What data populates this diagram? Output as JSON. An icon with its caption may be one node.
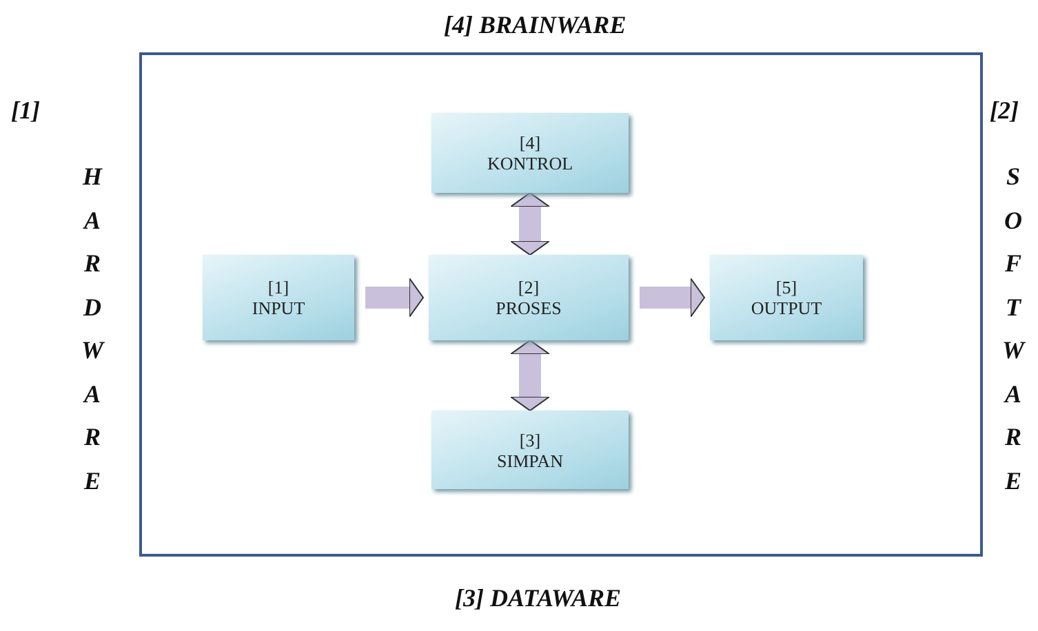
{
  "diagram": {
    "nodes": [
      {
        "text": [],
        "shape": "box"
      },
      {
        "text": [
          "[4]",
          "KONTROL"
        ],
        "in": 0
      },
      {
        "text": [
          "[1]",
          "INPUT"
        ],
        "in": 0
      },
      {
        "text": [
          "[2]",
          "PROSES"
        ],
        "in": 0
      },
      {
        "text": [
          "[5]",
          "OUTPUT"
        ],
        "in": 0
      },
      {
        "text": [
          "[3]",
          "SIMPAN"
        ],
        "in": 0
      }
    ],
    "edges": [
      {
        "from": 2,
        "to": 3,
        "arrow": "to"
      },
      {
        "from": 3,
        "to": 4,
        "arrow": "to"
      },
      {
        "from": 1,
        "to": 3,
        "arrow": "both"
      },
      {
        "from": 5,
        "to": 3,
        "arrow": "both"
      }
    ],
    "labels": [
      "[4] BRAINWARE",
      "[1]",
      "HARDWARE",
      "[2]",
      "SOFTWARE",
      "[3] DATAWARE"
    ]
  }
}
